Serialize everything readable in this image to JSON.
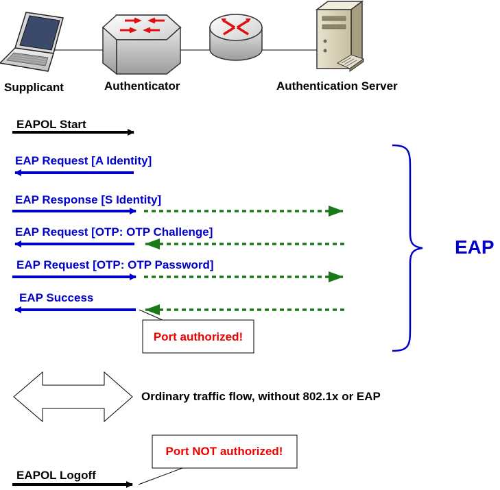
{
  "nodes": {
    "supplicant": "Supplicant",
    "authenticator": "Authenticator",
    "server": "Authentication Server"
  },
  "messages": {
    "eapol_start": "EAPOL Start",
    "eap_request_identity": "EAP Request [A Identity]",
    "eap_response_identity": "EAP Response [S Identity]",
    "eap_request_otp_challenge": "EAP Request [OTP: OTP Challenge]",
    "eap_request_otp_password": "EAP Request [OTP: OTP Password]",
    "eap_success": "EAP Success",
    "eapol_logoff": "EAPOL Logoff"
  },
  "callouts": {
    "port_authorized": "Port authorized!",
    "port_not_authorized": "Port NOT authorized!"
  },
  "brace_label": "EAP",
  "traffic_label": "Ordinary traffic flow, without 802.1x or EAP",
  "colors": {
    "eapol": "#000000",
    "eap": "#0000cc",
    "radius": "#1a7a1a",
    "alert": "#ee0000"
  },
  "icons": [
    "laptop-icon",
    "switch-icon",
    "router-icon",
    "server-icon"
  ]
}
